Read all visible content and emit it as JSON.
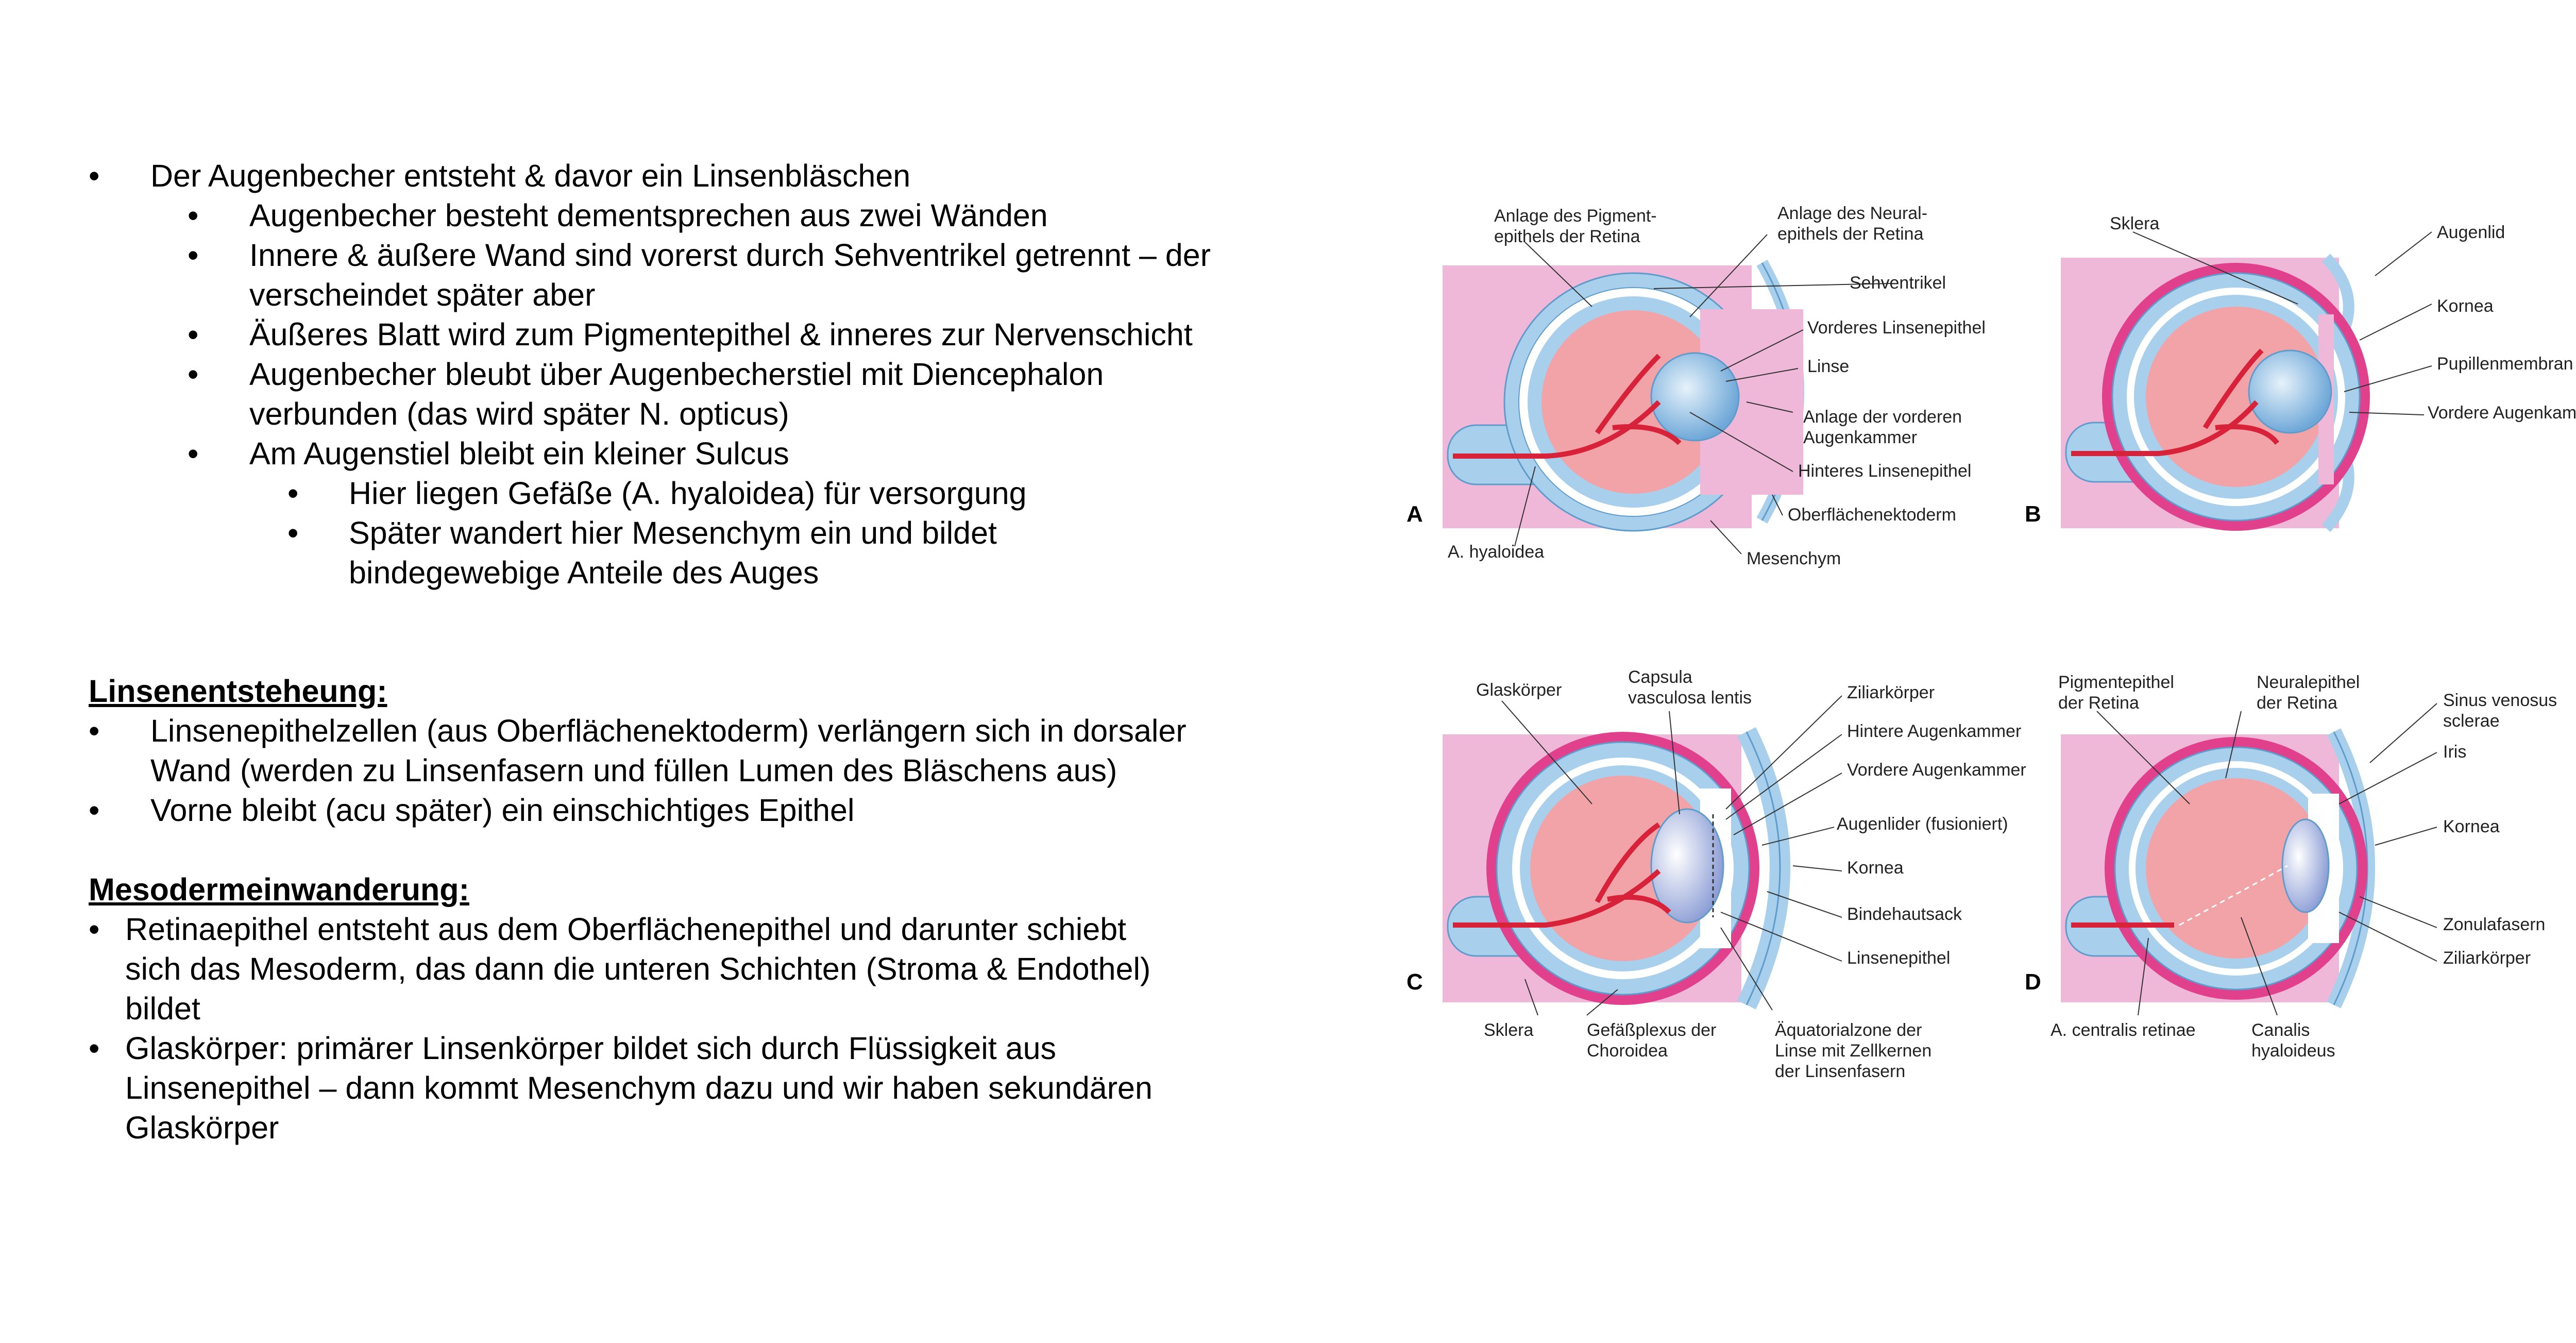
{
  "bullets": {
    "b1": "Der Augenbecher entsteht & davor ein Linsenbläschen",
    "b1_1": "Augenbecher besteht dementsprechen aus zwei Wänden",
    "b1_2a": "Innere & äußere Wand sind vorerst durch Sehventrikel getrennt – der",
    "b1_2b": "verscheindet später aber",
    "b1_3": "Äußeres Blatt wird zum Pigmentepithel & inneres zur Nervenschicht",
    "b1_4a": "Augenbecher bleubt über Augenbecherstiel mit Diencephalon",
    "b1_4b": "verbunden (das wird später N. opticus)",
    "b1_5": "Am Augenstiel bleibt ein kleiner Sulcus",
    "b1_5_1": "Hier liegen Gefäße (A. hyaloidea) für versorgung",
    "b1_5_2a": "Später wandert hier Mesenchym ein und bildet",
    "b1_5_2b": "bindegewebige Anteile des Auges"
  },
  "lens": {
    "heading": "Linsenentsteheung:",
    "b1a": "Linsenepithelzellen (aus Oberflächenektoderm) verlängern sich in dorsaler",
    "b1b": "Wand (werden zu Linsenfasern und füllen Lumen des Bläschens aus)",
    "b2": "Vorne bleibt (acu später) ein einschichtiges Epithel"
  },
  "meso": {
    "heading": "Mesodermeinwanderung:",
    "b1a": "Retinaepithel entsteht aus dem Oberflächenepithel und darunter schiebt",
    "b1b": "sich das Mesoderm, das dann die unteren Schichten (Stroma & Endothel)",
    "b1c": "bildet",
    "b2a": "Glaskörper: primärer Linsenkörper bildet sich durch Flüssigkeit aus",
    "b2b": "Linsenepithel – dann kommt Mesenchym dazu und wir haben sekundären",
    "b2c": "Glaskörper"
  },
  "figA": {
    "letter": "A",
    "l1a": "Anlage des Pigment-",
    "l1b": "epithels der Retina",
    "l2a": "Anlage des Neural-",
    "l2b": "epithels der Retina",
    "l3": "Sehventrikel",
    "l4": "Vorderes Linsenepithel",
    "l5": "Linse",
    "l6a": "Anlage der vorderen",
    "l6b": "Augenkammer",
    "l7": "Hinteres Linsenepithel",
    "l8": "Oberflächenektoderm",
    "l9": "Mesenchym",
    "l10": "A. hyaloidea"
  },
  "figB": {
    "letter": "B",
    "l1": "Sklera",
    "l2": "Augenlid",
    "l3": "Kornea",
    "l4": "Pupillenmembran",
    "l5": "Vordere Augenkammer"
  },
  "figC": {
    "letter": "C",
    "l1": "Glaskörper",
    "l2a": "Capsula",
    "l2b": "vasculosa lentis",
    "l3": "Ziliarkörper",
    "l4": "Hintere Augenkammer",
    "l5": "Vordere Augenkammer",
    "l6": "Augenlider (fusioniert)",
    "l7": "Kornea",
    "l8": "Bindehautsack",
    "l9": "Linsenepithel",
    "l10": "Sklera",
    "l11a": "Gefäßplexus der",
    "l11b": "Choroidea",
    "l12a": "Äquatorialzone der",
    "l12b": "Linse mit Zellkernen",
    "l12c": "der Linsenfasern"
  },
  "figD": {
    "letter": "D",
    "l1a": "Pigmentepithel",
    "l1b": "der Retina",
    "l2a": "Neuralepithel",
    "l2b": "der Retina",
    "l3a": "Sinus venosus",
    "l3b": "sclerae",
    "l4": "Iris",
    "l5": "Kornea",
    "l6": "Zonulafasern",
    "l7": "Ziliarkörper",
    "l8": "A. centralis retinae",
    "l9a": "Canalis",
    "l9b": "hyaloideus"
  },
  "colors": {
    "pink_bg": "#f0b8d8",
    "blue": "#a8d0ec",
    "blue_dark": "#5f9ccc",
    "retina": "#f2a3a8",
    "vessel": "#d8223a",
    "magenta": "#e0408c"
  }
}
